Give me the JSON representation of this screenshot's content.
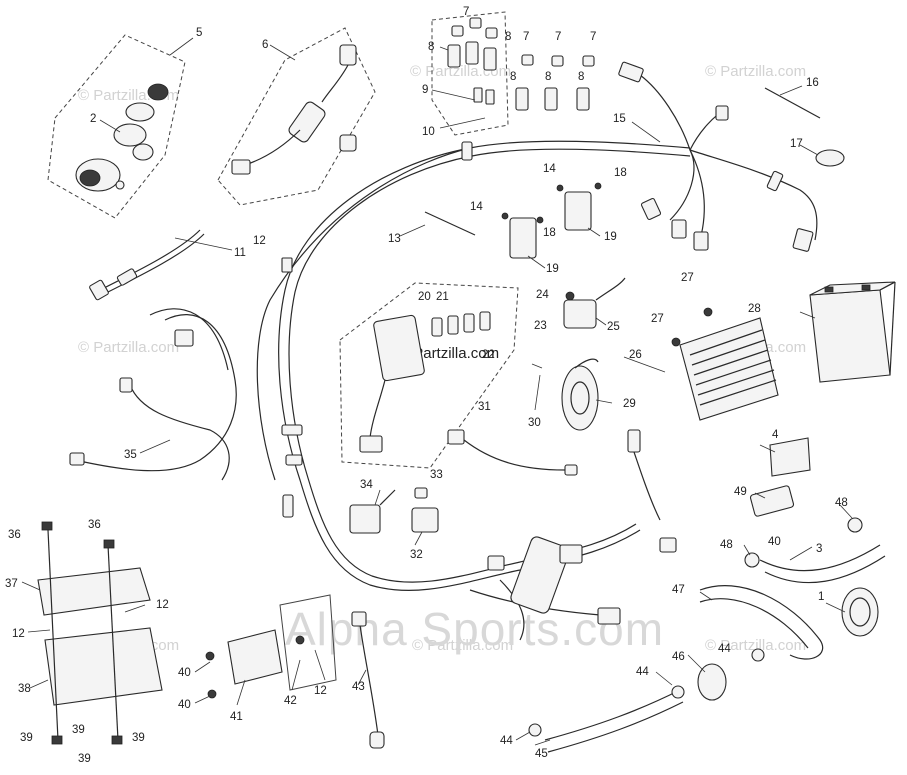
{
  "watermarks": {
    "small": "© Partzilla.com",
    "center": "© Partzilla.com",
    "large": "Alpha Sports.com"
  },
  "callouts": {
    "c1": "1",
    "c2": "2",
    "c3": "3",
    "c4": "4",
    "c5": "5",
    "c6": "6",
    "c7a": "7",
    "c7b": "7",
    "c7c": "7",
    "c7d": "7",
    "c8a": "8",
    "c8b": "8",
    "c8c": "8",
    "c8d": "8",
    "c8e": "8",
    "c9": "9",
    "c10": "10",
    "c11": "11",
    "c12a": "12",
    "c12b": "12",
    "c12c": "12",
    "c12d": "12",
    "c13": "13",
    "c14a": "14",
    "c14b": "14",
    "c15": "15",
    "c16": "16",
    "c17": "17",
    "c18a": "18",
    "c18b": "18",
    "c19a": "19",
    "c19b": "19",
    "c20": "20",
    "c21": "21",
    "c22": "22",
    "c23": "23",
    "c24": "24",
    "c25": "25",
    "c26": "26",
    "c27a": "27",
    "c27b": "27",
    "c28": "28",
    "c29": "29",
    "c30": "30",
    "c31": "31",
    "c32": "32",
    "c33": "33",
    "c34": "34",
    "c35": "35",
    "c36a": "36",
    "c36b": "36",
    "c37": "37",
    "c38": "38",
    "c39a": "39",
    "c39b": "39",
    "c39c": "39",
    "c39d": "39",
    "c40a": "40",
    "c40b": "40",
    "c40c": "40",
    "c41": "41",
    "c42": "42",
    "c43": "43",
    "c44a": "44",
    "c44b": "44",
    "c44c": "44",
    "c45": "45",
    "c46": "46",
    "c47": "47",
    "c48a": "48",
    "c48b": "48",
    "c49": "49"
  },
  "colors": {
    "line": "#2a2a2a",
    "watermark": "#d2d2d2",
    "background": "#ffffff"
  }
}
